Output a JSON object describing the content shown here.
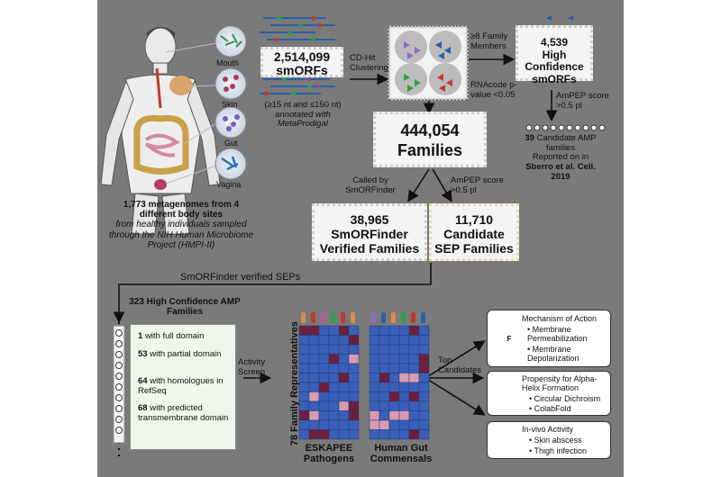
{
  "body_sites": {
    "mouth": "Mouth",
    "skin": "Skin",
    "gut": "Gut",
    "vagina": "Vagina"
  },
  "metagenomes": {
    "title": "1,773 metagenomes from 4 different body sites",
    "subtitle": "from healthy individuals sampled through the NIH Human Microbiome Project (HMPI-II)"
  },
  "smorfs": {
    "count": "2,514,099",
    "label": "smORFs",
    "note_range": "(≥15 nt and ≤150 nt)",
    "note_annotated": "annotated with",
    "note_tool": "MetaProdigal"
  },
  "clustering": {
    "label": "CD-Hit Clustering"
  },
  "filter_members": {
    "label": "≥8 Family Members",
    "rnacode": "RNAcode p-value <0.05"
  },
  "high_conf_smorfs": {
    "count": "4,539",
    "label": "High Confidence smORFs"
  },
  "ampep_top": {
    "label": "AmPEP score >0.5 pl"
  },
  "candidate_amp": {
    "count": "39",
    "label": "Candidate AMP families",
    "reported": "Reported on in",
    "citation": "Sberro et al. Cell.",
    "year": "2019"
  },
  "families": {
    "count": "444,054",
    "label": "Families"
  },
  "branch": {
    "left": "Called by SmORFinder",
    "right": "AmPEP score >0.5 pl"
  },
  "verified": {
    "count": "38,965",
    "line1": "SmORFinder",
    "line2": "Verified Families"
  },
  "sep": {
    "count": "11,710",
    "line1": "Candidate",
    "line2": "SEP Families"
  },
  "verified_seps": {
    "label": "SmORFinder verified SEPs"
  },
  "amp_families": {
    "title": "323 High Confidence AMP Families",
    "items": [
      {
        "num": "1",
        "text": "with full domain"
      },
      {
        "num": "53",
        "text": "with partial domain"
      },
      {
        "num": "64",
        "text": "with homologues in RefSeq"
      },
      {
        "num": "68",
        "text": "with predicted transmembrane domain"
      }
    ]
  },
  "activity_screen": {
    "label": "Activity Screen"
  },
  "representatives": {
    "label": "78 Family Representatives"
  },
  "heatmap_labels": {
    "left_line1": "ESKAPEE",
    "left_line2": "Pathogens",
    "right_line1": "Human Gut",
    "right_line2": "Commensals"
  },
  "top_candidates": {
    "label": "Top Candidates"
  },
  "moa": {
    "title": "Mechanism of Action",
    "icon_letter": "F",
    "items": [
      "Membrane Permeabilization",
      "Membrane Depolarization"
    ]
  },
  "helix": {
    "title": "Propensity for Alpha-Helix Formation",
    "items": [
      "Circular Dichroism",
      "ColabFold"
    ]
  },
  "invivo": {
    "title": "In-vivo Activity",
    "items": [
      "Skin abscess",
      "Thigh infection"
    ]
  },
  "colors": {
    "panel": "#7a7a7a",
    "heat_blue": "#3a5fb8",
    "heat_red": "#6e1f3a",
    "heat_pink": "#d99bb0"
  }
}
